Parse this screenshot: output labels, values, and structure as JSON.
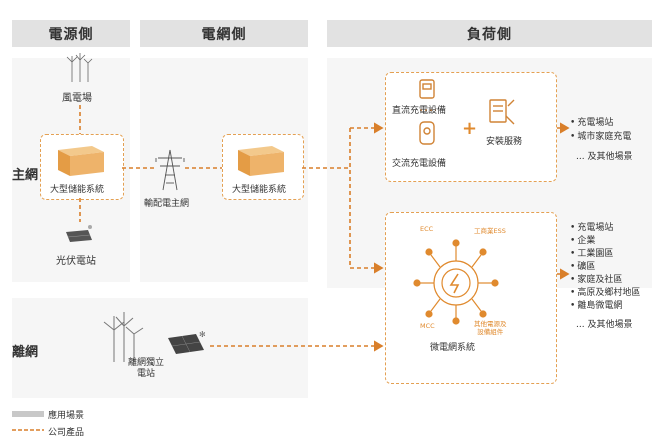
{
  "headers": {
    "power_side": "電源側",
    "grid_side": "電網側",
    "load_side": "負荷側"
  },
  "rows": {
    "main_grid": "主網",
    "off_grid": "離網"
  },
  "labels": {
    "wind_farm": "風電場",
    "large_storage_power": "大型儲能系統",
    "pv_station": "光伏電站",
    "transmission_grid": "輸配電主網",
    "large_storage_grid": "大型儲能系統",
    "dc_charging": "直流充電設備",
    "ac_charging": "交流充電設備",
    "plus": "+",
    "install_service": "安裝服務",
    "ecc": "ECC",
    "ci_ess": "工商業ESS",
    "mcc": "MCC",
    "other_power": "其他電源及\n設備組件",
    "microgrid": "微電網系統",
    "offgrid_station": "離網獨立\n電站"
  },
  "list_main": [
    "充電場站",
    "城市家庭充電",
    "... 及其他場景"
  ],
  "list_micro": [
    "充電場站",
    "企業",
    "工業園區",
    "礦區",
    "家庭及社區",
    "高原及鄉村地區",
    "離島微電網",
    "... 及其他場景"
  ],
  "legend": {
    "scenario": "應用場景",
    "product": "公司產品"
  },
  "colors": {
    "accent": "#e08a2e",
    "panel": "#f6f6f6",
    "header": "#e2e2e2"
  }
}
